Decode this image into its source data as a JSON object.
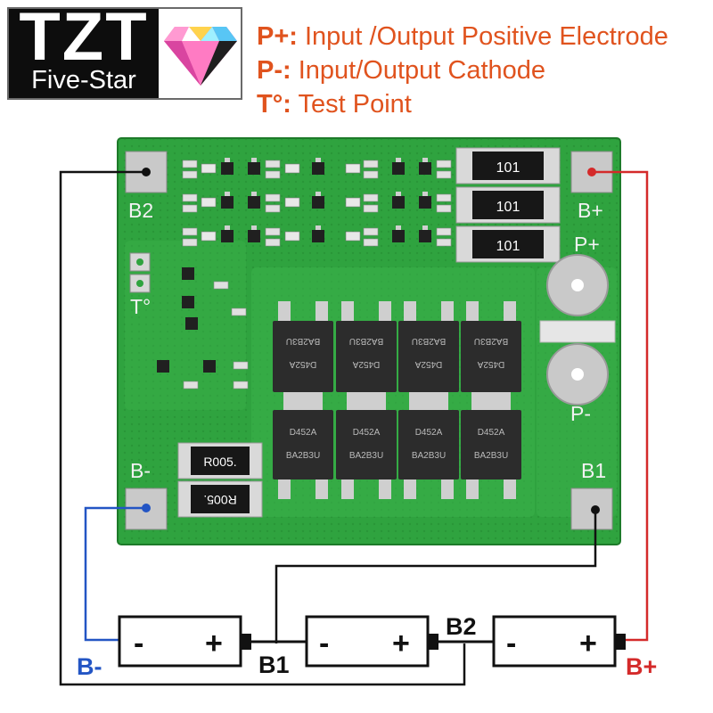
{
  "logo": {
    "main": "TZT",
    "sub": "Five-Star"
  },
  "legend": [
    {
      "symbol": "P+:",
      "text": " Input /Output Positive Electrode"
    },
    {
      "symbol": "P-:",
      "text": " Input/Output Cathode"
    },
    {
      "symbol": "T°:",
      "text": " Test Point"
    }
  ],
  "board": {
    "pads": {
      "b2": "B2",
      "bplus": "B+",
      "bminus": "B-",
      "b1": "B1",
      "pplus": "P+",
      "pminus": "P-",
      "temp": "T°"
    },
    "resistors": {
      "big": "101",
      "sense_top": "R005.",
      "sense_bottom": "R005."
    },
    "mosfet_top_marking": [
      "BA2B3U",
      "D452A"
    ],
    "mosfet_bottom_marking": [
      "D452A",
      "BA2B3U"
    ]
  },
  "wiring": {
    "labels": {
      "bminus": "B-",
      "b1": "B1",
      "b2": "B2",
      "bplus": "B+"
    },
    "battery_minus": "-",
    "battery_plus": "+"
  },
  "colors": {
    "orange": "#e0531e",
    "pcb": "#2fa33f",
    "red": "#d42a2a",
    "blue": "#2355c4",
    "black": "#111111"
  }
}
